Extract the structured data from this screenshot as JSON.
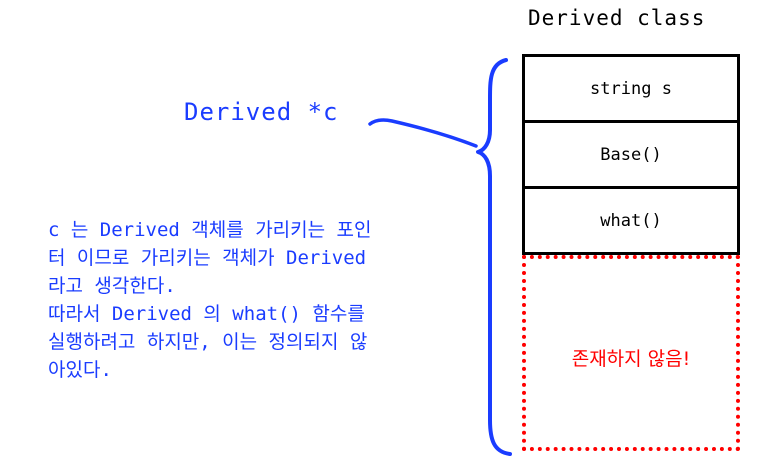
{
  "diagram": {
    "title": "Derived class",
    "members": [
      {
        "label": "string s"
      },
      {
        "label": "Base()"
      },
      {
        "label": "what()"
      }
    ],
    "missing_label": "존재하지 않음!",
    "pointer_label": "Derived *c",
    "explanation_lines": [
      "c 는 Derived 객체를 가리키는 포인",
      "터 이므로 가리키는 객체가 Derived",
      "라고 생각한다.",
      "따라서 Derived 의 what() 함수를",
      "실행하려고 하지만, 이는 정의되지 않",
      "아있다."
    ]
  },
  "colors": {
    "annotation": "#1a3cff",
    "missing": "#ff0000",
    "box_border": "#000000"
  }
}
